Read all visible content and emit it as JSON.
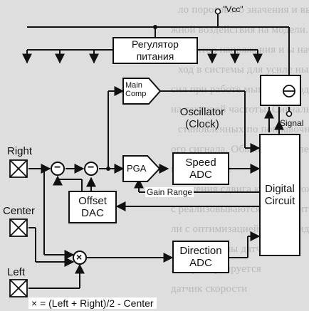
{
  "background_text": [
    "ло порогового значения и выдавать ко",
    "жной воздействия на модели. Они",
    "регулятор напряжения и ы начи",
    "ход в системы для усиле ных в команды",
    "сил при работе мыши, а т хода более",
    "на тактовой частоты. Сигналы",
    "становленных по поправочные бы",
    "ого сигнала. Обычной правления при",
    "ы сторону не",
    "ложения сдвига корыдов тоже его с",
    "с реализовываются исключительн",
    "ли с оптимизацией по гирамд",
    "установлены датчики",
    "Микромаркируется",
    "датчик скорости"
  ],
  "power": {
    "vcc_label": "\"Vcc\"",
    "regulator_label": "Регулятор питания"
  },
  "blocks": {
    "main_comp": "Main Comp",
    "oscillator": "Oscillator (Clock)",
    "pga": "PGA",
    "speed_adc": "Speed ADC",
    "offset_dac": "Offset DAC",
    "digital_circuit": "Digital Circuit",
    "direction_adc": "Direction ADC"
  },
  "labels": {
    "right": "Right",
    "center": "Center",
    "left": "Left",
    "signal": "Signal",
    "gain_range": "Gain Range",
    "formula": "× = (Left + Right)/2 - Center",
    "minus": "−",
    "multiply": "×"
  }
}
